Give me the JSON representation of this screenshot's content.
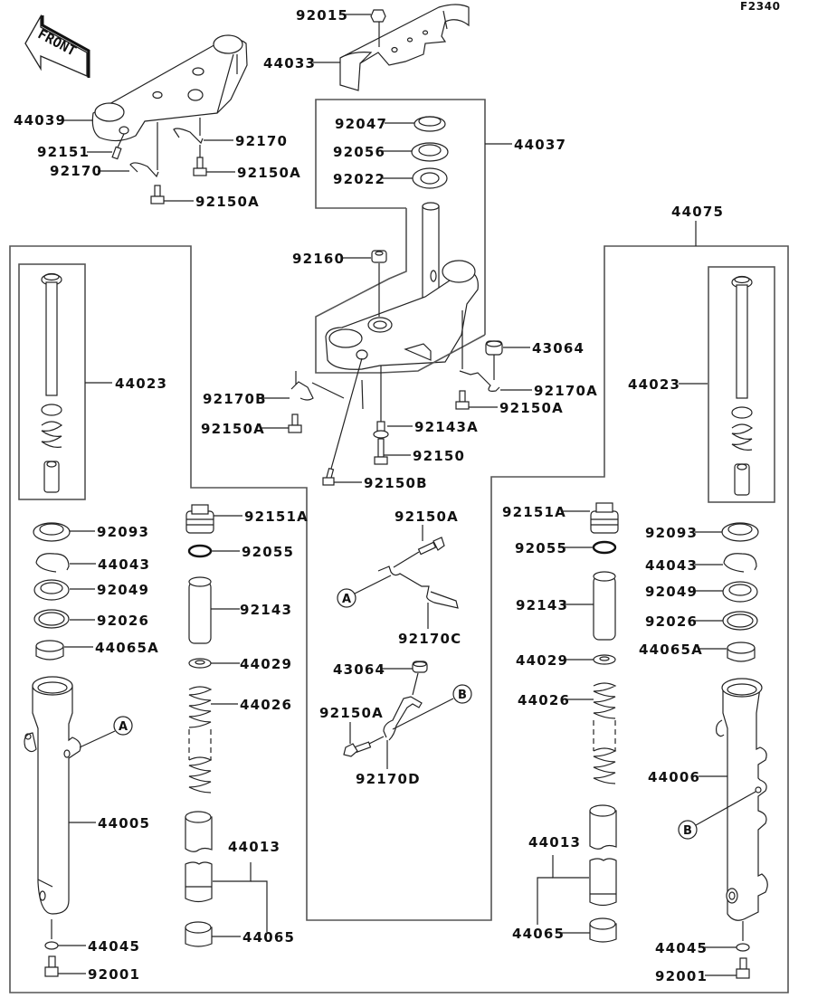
{
  "figure_id": "F2340",
  "front_label": "FRONT",
  "kit_numbers": {
    "steering_stem_kit": "44037",
    "fork_assembly": "44075"
  },
  "parts": {
    "top_bracket": "44039",
    "top_bracket_bolt": "92151",
    "clamp_left": "92170",
    "clamp_right": "92170",
    "bolt_clamp_left": "92150A",
    "bolt_clamp_right": "92150A",
    "handle_holder_nut": "92015",
    "handle_holder": "44033",
    "stem_nut_cap": "92047",
    "stem_seal": "92056",
    "stem_washer": "92022",
    "stem_damper": "92160",
    "stem_grommet": "43064",
    "stem_clamp_a": "92170A",
    "stem_bolt_a": "92150A",
    "stem_clamp_b": "92170B",
    "stem_bolt_b_left": "92150A",
    "stem_collar": "92143A",
    "stem_bolt": "92150",
    "stem_bolt_b": "92150B",
    "center_bolt_upper": "92150A",
    "center_clamp_c": "92170C",
    "center_grommet": "43064",
    "center_bolt_lower": "92150A",
    "center_clamp_d": "92170D"
  },
  "left_fork": {
    "cylinder_set": "44023",
    "dust_seal": "92093",
    "stopper_ring": "44043",
    "oil_seal": "92049",
    "washer": "92026",
    "guide_bush_a": "44065A",
    "outer_tube": "44005",
    "drain_washer": "44045",
    "drain_bolt": "92001",
    "top_plug": "92151A",
    "o_ring": "92055",
    "spacer": "92143",
    "spring_seat": "44029",
    "spring": "44026",
    "inner_tube": "44013",
    "guide_bush": "44065",
    "ref_marker": "A"
  },
  "right_fork": {
    "cylinder_set": "44023",
    "dust_seal": "92093",
    "stopper_ring": "44043",
    "oil_seal": "92049",
    "washer": "92026",
    "guide_bush_a": "44065A",
    "outer_tube": "44006",
    "drain_washer": "44045",
    "drain_bolt": "92001",
    "top_plug": "92151A",
    "o_ring": "92055",
    "spacer": "92143",
    "spring_seat": "44029",
    "spring": "44026",
    "inner_tube": "44013",
    "guide_bush": "44065",
    "ref_marker": "B"
  },
  "ref_markers": {
    "a": "A",
    "b": "B"
  }
}
